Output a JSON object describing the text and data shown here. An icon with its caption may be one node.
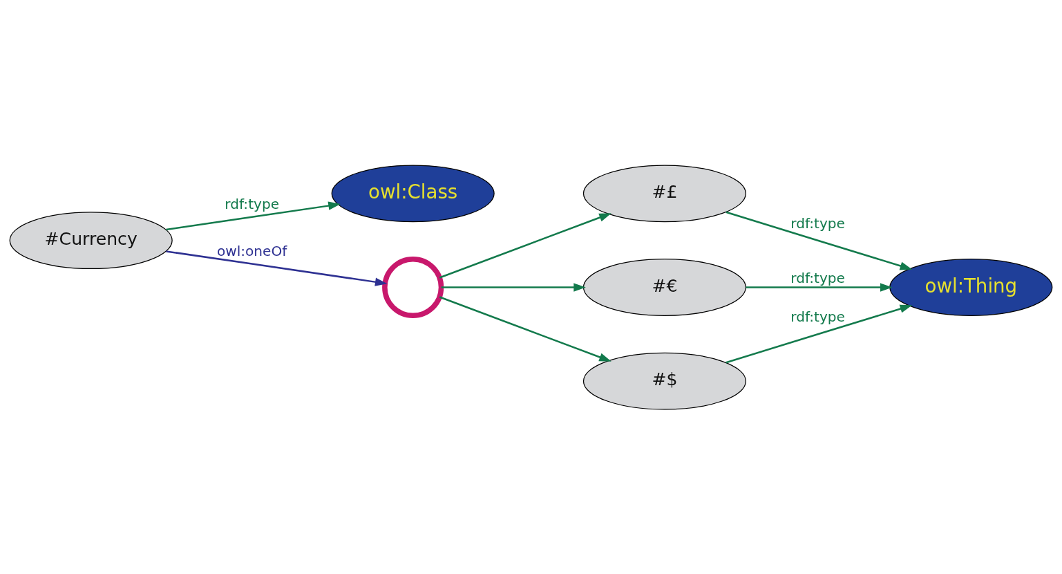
{
  "diagram": {
    "nodes": [
      {
        "text": [
          "owl:Class"
        ]
      },
      {
        "text": [
          "owl:Thing"
        ]
      },
      {
        "text": [
          "#Currency"
        ]
      },
      {
        "text": [],
        "shape": "circle"
      },
      {
        "text": [
          "#£"
        ]
      },
      {
        "text": [
          "#€"
        ]
      },
      {
        "text": [
          "#$"
        ]
      }
    ],
    "edges": [
      {
        "from": 2,
        "to": 0,
        "arrow": "to",
        "label": "rdf:type"
      },
      {
        "from": 2,
        "to": 3,
        "arrow": "to",
        "label": "owl:oneOf",
        "color": "#2e3192"
      },
      {
        "from": 3,
        "to": 4,
        "arrow": "to"
      },
      {
        "from": 3,
        "to": 5,
        "arrow": "to"
      },
      {
        "from": 3,
        "to": 6,
        "arrow": "to"
      },
      {
        "from": 4,
        "to": 1,
        "arrow": "to",
        "label": "rdf:type"
      },
      {
        "from": 5,
        "to": 1,
        "arrow": "to",
        "label": "rdf:type"
      },
      {
        "from": 6,
        "to": 1,
        "arrow": "to",
        "label": "rdf:type"
      }
    ]
  }
}
